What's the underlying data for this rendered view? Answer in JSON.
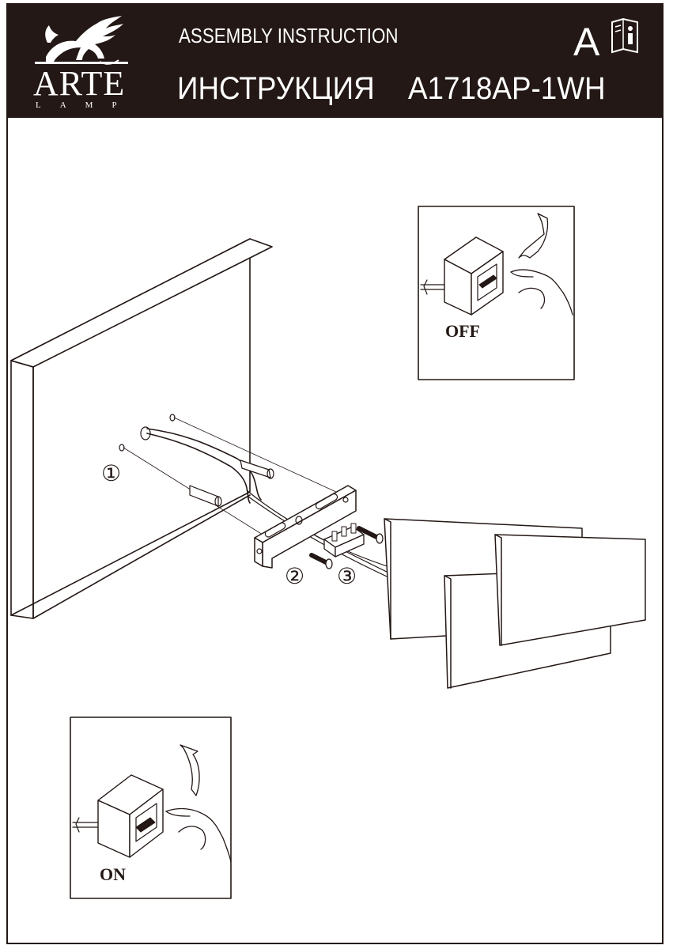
{
  "header": {
    "brand": "ARTE",
    "brand_sub": "LAMP",
    "title_en": "ASSEMBLY INSTRUCTION",
    "title_ru": "ИНСТРУКЦИЯ",
    "model": "A1718AP-1WH",
    "section_letter": "A",
    "icons": [
      "griffin-logo-icon",
      "manual-info-icon"
    ]
  },
  "diagram": {
    "callouts": [
      "①",
      "②",
      "③"
    ],
    "switch_off_label": "OFF",
    "switch_on_label": "ON"
  },
  "colors": {
    "ink": "#231815",
    "paper": "#ffffff"
  }
}
